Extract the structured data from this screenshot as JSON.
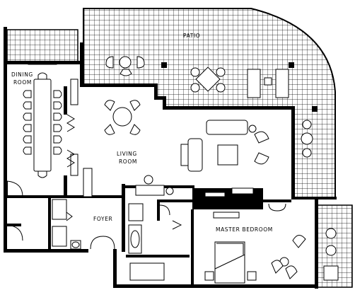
{
  "plan": {
    "rooms": {
      "patio": "PATIO",
      "dining": "DINING\nROOM",
      "living": "LIVING\nROOM",
      "foyer": "FOYER",
      "master_bedroom": "MASTER BEDROOM"
    },
    "colors": {
      "wall": "#000000",
      "grid_line": "#000000",
      "background": "#ffffff"
    }
  }
}
